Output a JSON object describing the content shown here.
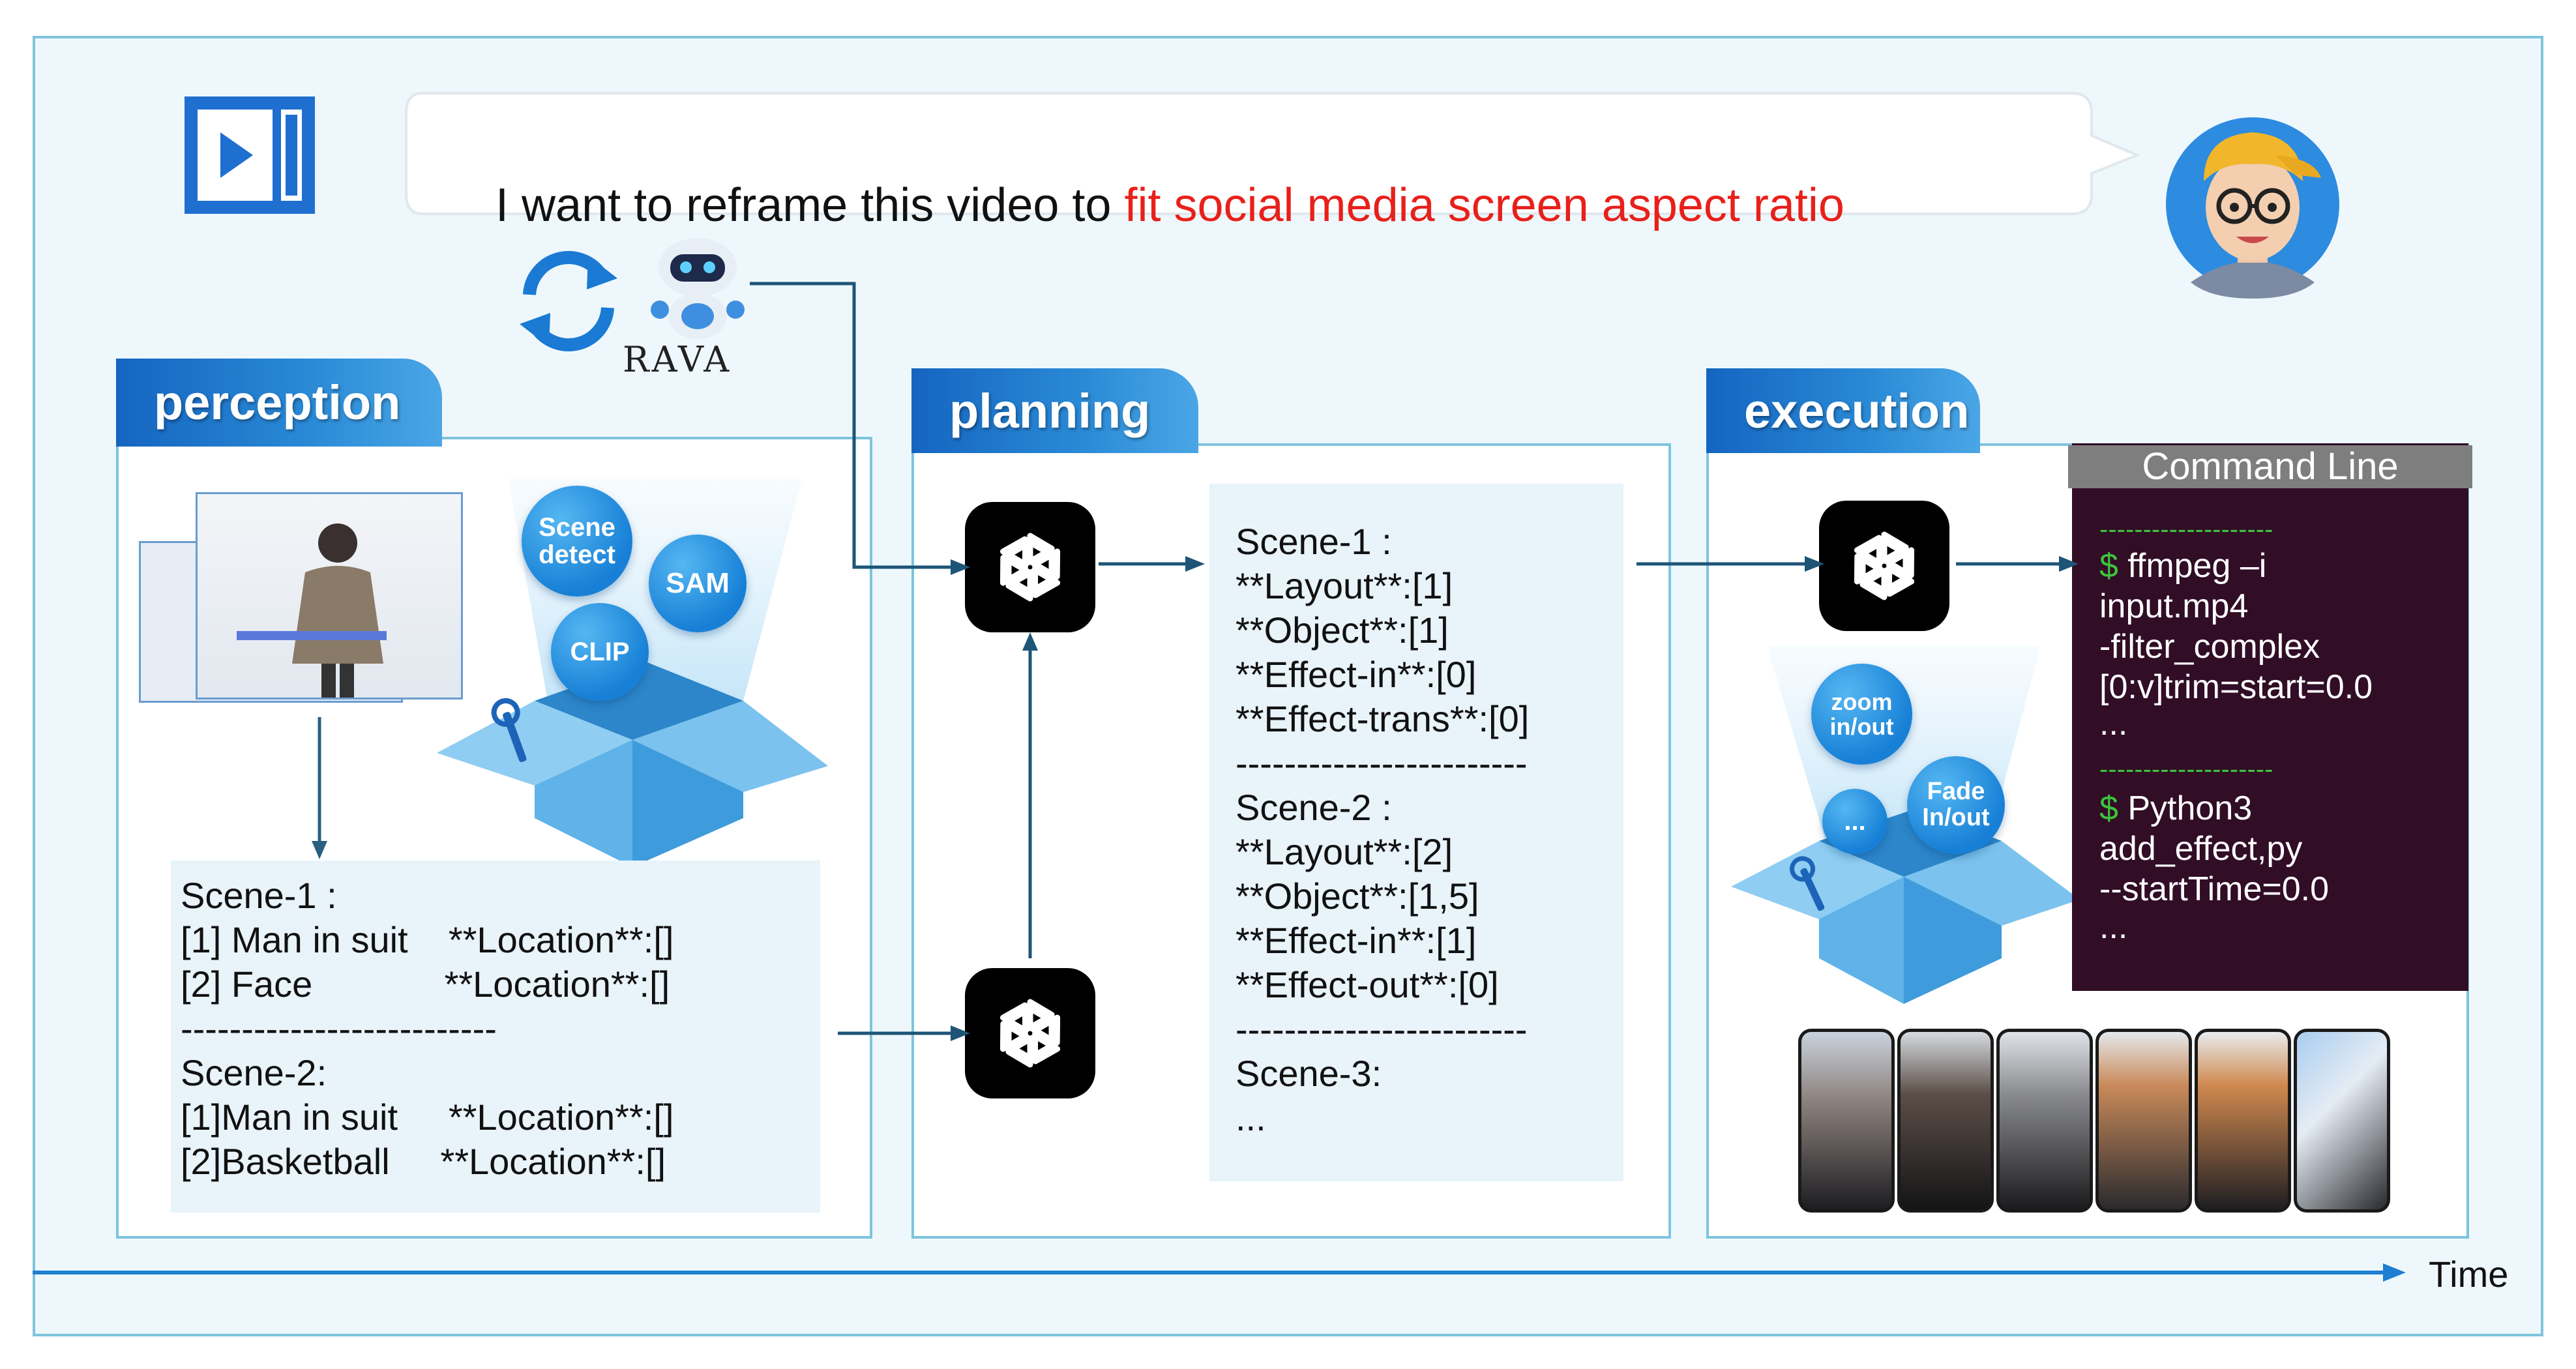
{
  "prompt": {
    "prefix": "I want to reframe this video to ",
    "highlight": "fit social media screen aspect ratio"
  },
  "agent": {
    "name": "RAVA"
  },
  "perception": {
    "title": "perception",
    "tools": [
      "Scene\ndetect",
      "SAM",
      "CLIP"
    ],
    "lines": [
      "Scene-1 :",
      "[1] Man in suit    **Location**:[]",
      "[2] Face             **Location**:[]",
      "--------------------------",
      "Scene-2:",
      "[1]Man in suit     **Location**:[]",
      "[2]Basketball     **Location**:[]"
    ]
  },
  "planning": {
    "title": "planning",
    "lines": [
      "Scene-1 :",
      "**Layout**:[1]",
      "**Object**:[1]",
      "**Effect-in**:[0]",
      "**Effect-trans**:[0]",
      "------------------------",
      "Scene-2 :",
      "**Layout**:[2]",
      "**Object**:[1,5]",
      "**Effect-in**:[1]",
      "**Effect-out**:[0]",
      "------------------------",
      "Scene-3:",
      "..."
    ]
  },
  "execution": {
    "title": "execution",
    "tools": [
      "zoom\nin/out",
      "Fade\nIn/out",
      "..."
    ],
    "command_line": {
      "title": "Command Line",
      "dash": "--------------------",
      "cmd1_prompt": "$",
      "cmd1": " ffmpeg –i",
      "cmd1_args": [
        "input.mp4",
        "-filter_complex",
        "[0:v]trim=start=0.0",
        "..."
      ],
      "cmd2_prompt": "$",
      "cmd2": " Python3",
      "cmd2_args": [
        "add_effect,py",
        "--startTime=0.0",
        "..."
      ]
    }
  },
  "timeline": {
    "label": "Time"
  },
  "colors": {
    "accent": "#1f7fd0",
    "highlight": "#e8201a",
    "border": "#7ec4de",
    "terminal": "#310d26"
  }
}
